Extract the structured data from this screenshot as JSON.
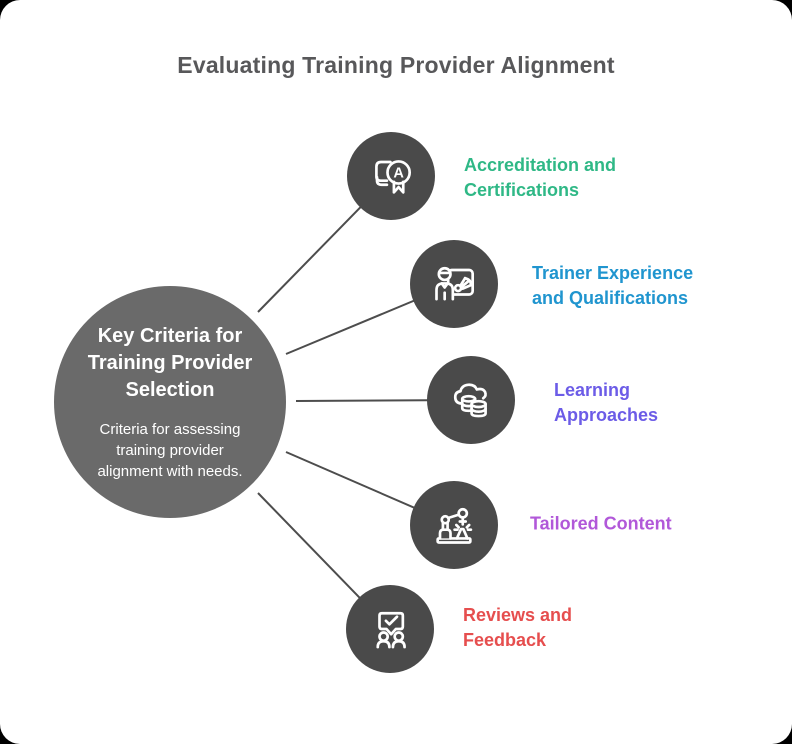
{
  "title": "Evaluating Training Provider Alignment",
  "center": {
    "heading": "Key Criteria for\nTraining Provider\nSelection",
    "description": "Criteria for assessing\ntraining provider\nalignment with needs."
  },
  "nodes": [
    {
      "id": "accreditation-certifications",
      "label": "Accreditation and\nCertifications",
      "color": "#2fb886",
      "icon": "certificate-medal-icon",
      "icon_letter": "A"
    },
    {
      "id": "trainer-experience",
      "label": "Trainer Experience\nand Qualifications",
      "color": "#2095cf",
      "icon": "presenter-board-icon"
    },
    {
      "id": "learning-approaches",
      "label": "Learning\nApproaches",
      "color": "#6c5ce7",
      "icon": "cloud-database-icon"
    },
    {
      "id": "tailored-content",
      "label": "Tailored Content",
      "color": "#b158d9",
      "icon": "robot-arm-icon"
    },
    {
      "id": "reviews-feedback",
      "label": "Reviews and\nFeedback",
      "color": "#e64e4e",
      "icon": "people-feedback-icon"
    }
  ],
  "colors": {
    "canvas_background": "#ffffff",
    "outer_corners": "#000000",
    "title_text": "#58585a",
    "center_circle_fill": "#6a6a6a",
    "center_circle_ring": "#ffffff",
    "node_circle_fill": "#4a4a4a",
    "connector_line": "#4d4d4d",
    "icon_stroke": "#ffffff"
  }
}
